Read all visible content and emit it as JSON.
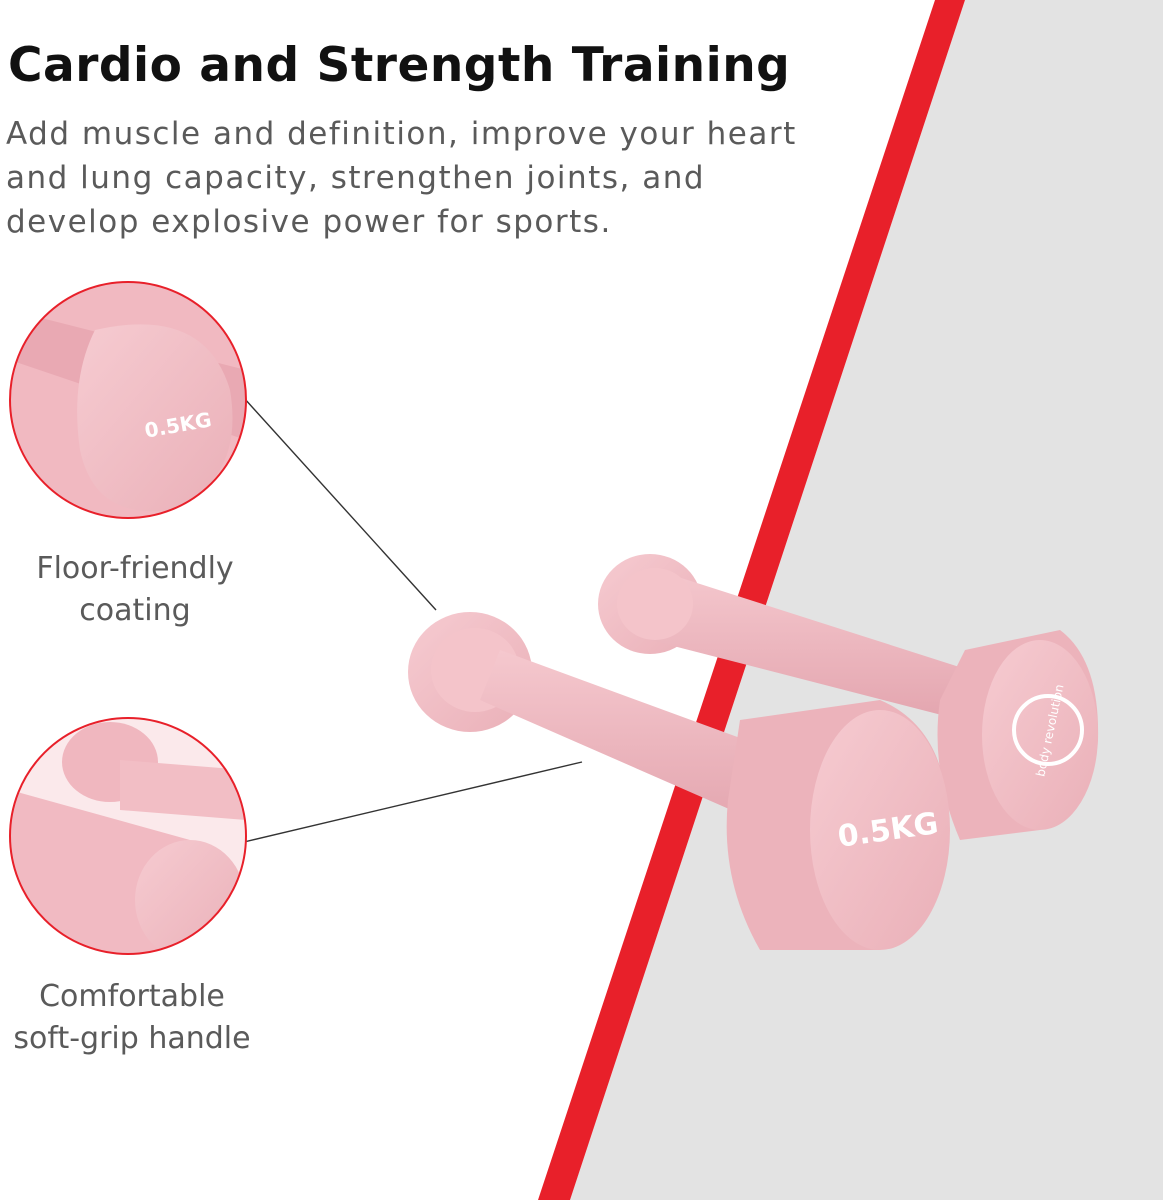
{
  "heading": "Cardio and Strength Training",
  "subheading": "Add muscle and definition, improve your heart and lung capacity, strengthen joints, and develop explosive power for sports.",
  "callouts": [
    {
      "line1": "Floor-friendly",
      "line2": "coating"
    },
    {
      "line1": "Comfortable",
      "line2": "soft-grip handle"
    }
  ],
  "dumbbell_weight_label": "0.5KG",
  "brand_logo_text": "body revolution",
  "colors": {
    "accent_red": "#e8202a",
    "floor_gray": "#e3e3e3",
    "dumbbell_pink": "#f2bcc3",
    "heading_text": "#111111",
    "body_text": "#5a5a5a"
  }
}
